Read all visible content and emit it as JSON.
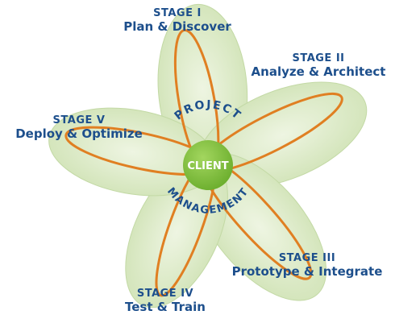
{
  "center": {
    "label": "CLIENT"
  },
  "ring": {
    "top_text": "PROJECT",
    "bottom_text": "MANAGEMENT"
  },
  "stages": [
    {
      "num": "STAGE I",
      "name": "Plan & Discover"
    },
    {
      "num": "STAGE II",
      "name": "Analyze & Architect"
    },
    {
      "num": "STAGE III",
      "name": "Prototype & Integrate"
    },
    {
      "num": "STAGE IV",
      "name": "Test & Train"
    },
    {
      "num": "STAGE V",
      "name": "Deploy & Optimize"
    }
  ],
  "colors": {
    "petal": "#d6e6c0",
    "petal_edge": "#b9d29a",
    "orbit": "#e07f22",
    "center": "#7cbf3d",
    "text": "#1d4f8c"
  }
}
